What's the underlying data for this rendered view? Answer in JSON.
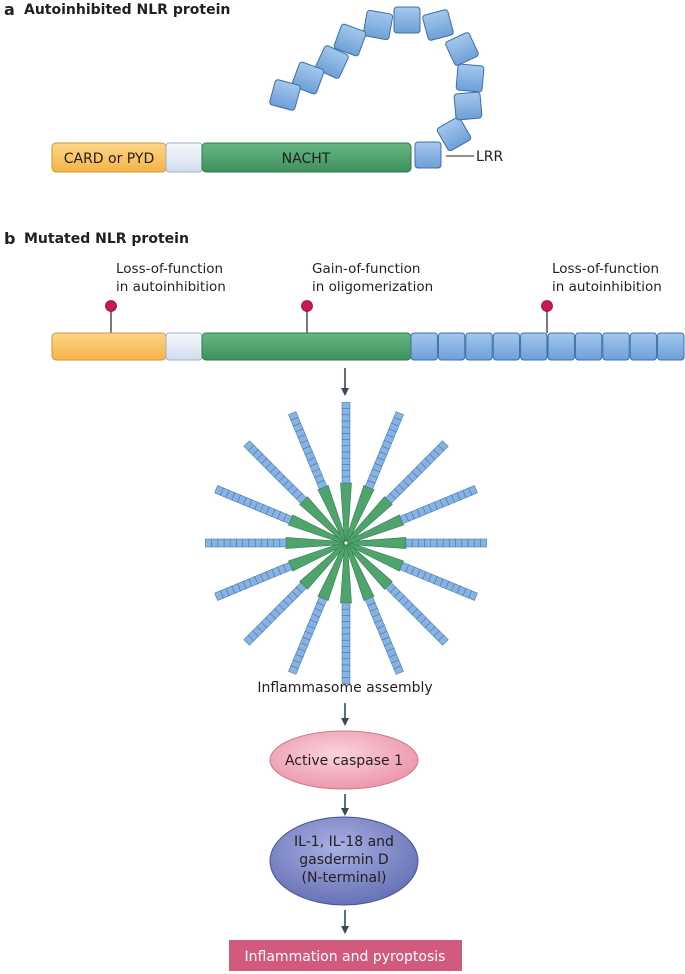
{
  "panel_a": {
    "letter": "a",
    "title": "Autoinhibited NLR protein",
    "domains": {
      "card_pyd": "CARD or PYD",
      "nacht": "NACHT",
      "lrr": "LRR"
    }
  },
  "panel_b": {
    "letter": "b",
    "title": "Mutated NLR protein",
    "mutations": [
      {
        "line1": "Loss-of-function",
        "line2": "in autoinhibition"
      },
      {
        "line1": "Gain-of-function",
        "line2": "in oligomerization"
      },
      {
        "line1": "Loss-of-function",
        "line2": "in autoinhibition"
      }
    ],
    "assembly_label": "Inflammasome assembly",
    "caspase_label": "Active caspase 1",
    "cytokines": {
      "line1": "IL-1, IL-18 and",
      "line2": "gasdermin D",
      "line3": "(N-terminal)"
    },
    "outcome_label": "Inflammation and pyroptosis"
  },
  "colors": {
    "card": "#fbc56b",
    "card_stroke": "#c99a3f",
    "linker": "#e3ecf7",
    "nacht": "#4fa36d",
    "nacht_stroke": "#2f7a4a",
    "lrr": "#86b3e2",
    "lrr_stroke": "#3b6fa8",
    "mutation": "#c8185a",
    "caspase": "#f2a7b6",
    "cytokine": "#7b86c6",
    "outcome": "#d25a7d",
    "arrow": "#384a59"
  }
}
